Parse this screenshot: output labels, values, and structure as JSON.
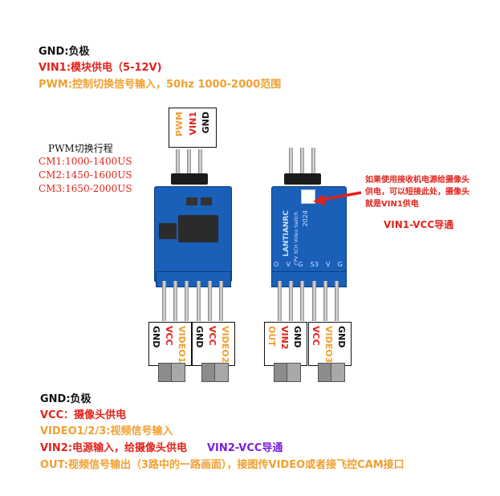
{
  "top_legend": {
    "gnd": "GND:负极",
    "vin1": "VIN1:模块供电（5-12V)",
    "pwm": "PWM:控制切换信号输入，50hz 1000-2000范围"
  },
  "top_header": {
    "gnd": "GND",
    "vin1": "VIN1",
    "pwm": "PWM"
  },
  "pwm_ranges": {
    "title": "PWM切换行程",
    "cm1": "CM1:1000-1400US",
    "cm2": "CM2:1450-1600US",
    "cm3": "CM3:1650-2000US"
  },
  "board_back": {
    "brand": "LANTIANRC",
    "model": "FPV 3CH Video Switch",
    "year": "2024",
    "pads": [
      "O",
      "V",
      "G",
      "S3",
      "V",
      "G"
    ]
  },
  "annotation": {
    "note_line1": "如果使用接收机电源给摄像头",
    "note_line2": "供电，可以短接此处，摄像头",
    "note_line3": "就是VIN1供电",
    "vin1_vcc": "VIN1-VCC导通"
  },
  "connectors": {
    "left_group1": [
      "GND",
      "VCC",
      "VIDEO1"
    ],
    "left_group2": [
      "GND",
      "VCC",
      "VIDEO2"
    ],
    "right_group1": [
      "OUT",
      "VIN2",
      "GND"
    ],
    "right_group2": [
      "VCC",
      "VIDEO3",
      "GND"
    ]
  },
  "bottom_legend": {
    "gnd": "GND:负极",
    "vcc": "VCC：摄像头供电",
    "video": "VIDEO1/2/3:视频信号输入",
    "vin2": "VIN2:电源输入，给摄像头供电",
    "vin2_vcc": "VIN2-VCC导通",
    "out": "OUT:视频信号输出（3路中的一路画面），接图传VIDEO或者接飞控CAM接口"
  },
  "colors": {
    "red": "#e0231b",
    "orange": "#f0a030",
    "purple": "#7a1fd6",
    "pcb_blue": "#1a5fb8"
  }
}
